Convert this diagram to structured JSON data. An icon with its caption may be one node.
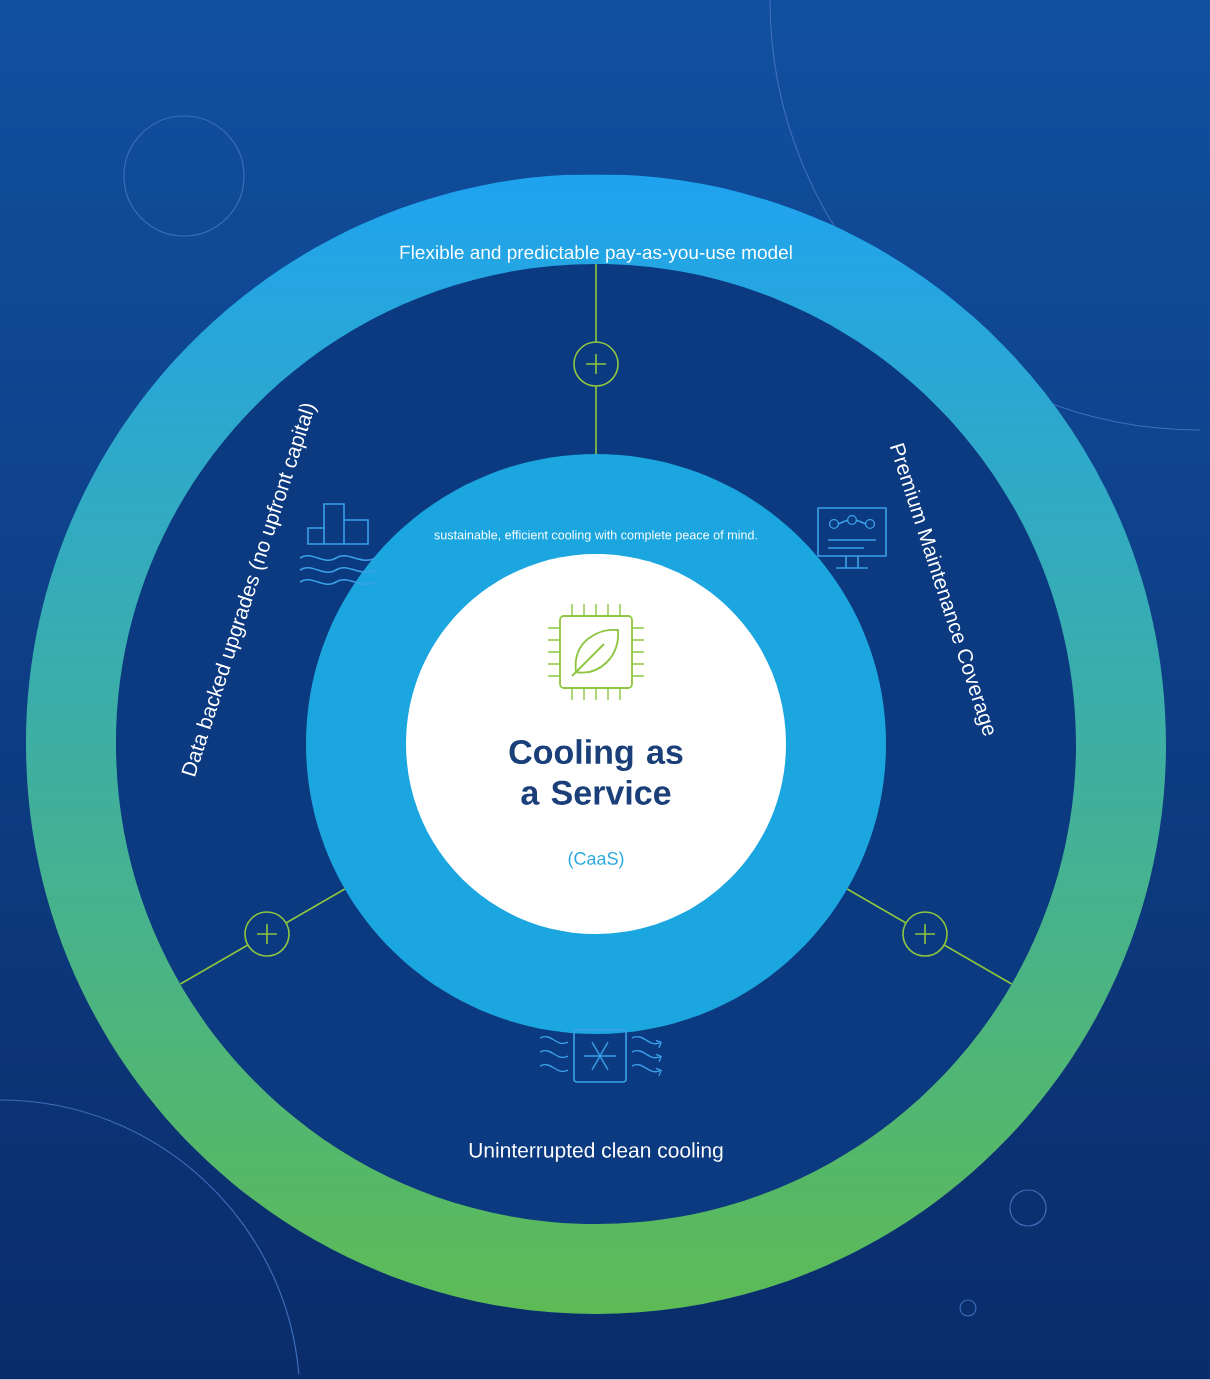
{
  "diagram": {
    "nodes": [
      {
        "text": [
          "Flexible and predictable pay-as-you-use model"
        ]
      },
      {
        "text": [
          "sustainable, efficient cooling with complete peace of mind."
        ],
        "in": 0
      },
      {
        "text": [
          "Cooling as a Service",
          "(CaaS)"
        ],
        "in": 1
      }
    ],
    "labels": [
      "Data backed upgrades (no upfront capital)",
      "Premium Maintenance Coverage",
      "Uninterrupted clean cooling"
    ]
  }
}
